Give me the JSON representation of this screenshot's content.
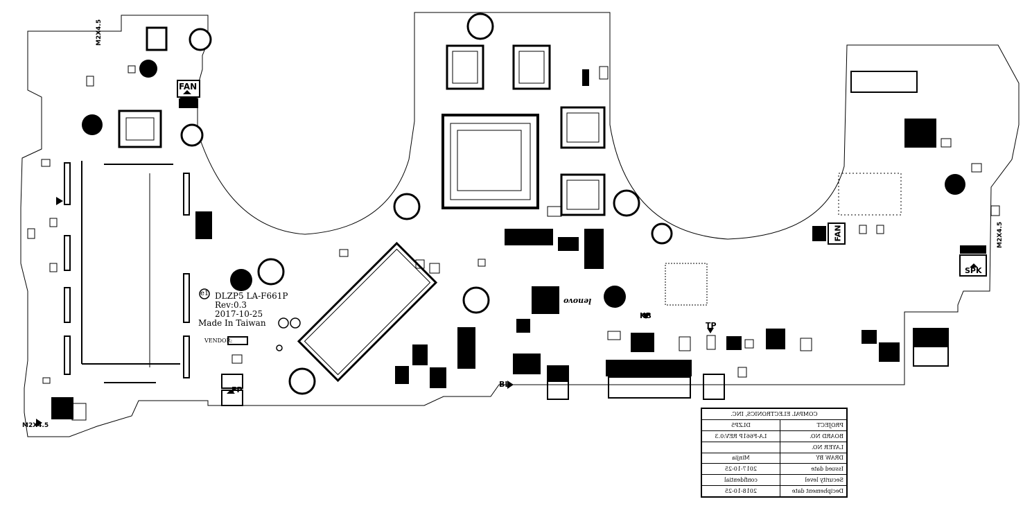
{
  "board": {
    "model": "DLZP5",
    "pcb": "LA-F661P",
    "rev": "Rev:0.3",
    "date": "2017-10-25",
    "origin": "Made In Taiwan",
    "vendor_label": "VENDOR:",
    "logo": "lenovo",
    "marker": "e1"
  },
  "connectors": {
    "fan_left": "FAN",
    "fan_right": "FAN",
    "spk": "SPK",
    "kb": "KB",
    "tp": "TP",
    "bl": "BL",
    "fp": "FP",
    "screw_left": "M2X4.5",
    "screw_top": "M2X4.5",
    "screw_right": "M2X4.5"
  },
  "title_block": {
    "company": "COMPAL ELECTRONICS, INC.",
    "rows": [
      {
        "key": "PROJECT",
        "value": "DLZP5"
      },
      {
        "key": "BOARD NO.",
        "value": "LA-F661P  REV:0.3"
      },
      {
        "key": "LAYER NO.",
        "value": ""
      },
      {
        "key": "DRAW BY",
        "value": "Minjia"
      },
      {
        "key": "Issued date",
        "value": "2017-10-25"
      },
      {
        "key": "Security level",
        "value": "confidential"
      },
      {
        "key": "Deciphement date",
        "value": "2018-10-25"
      }
    ]
  },
  "colors": {
    "ink": "#000000",
    "paper": "#ffffff"
  }
}
